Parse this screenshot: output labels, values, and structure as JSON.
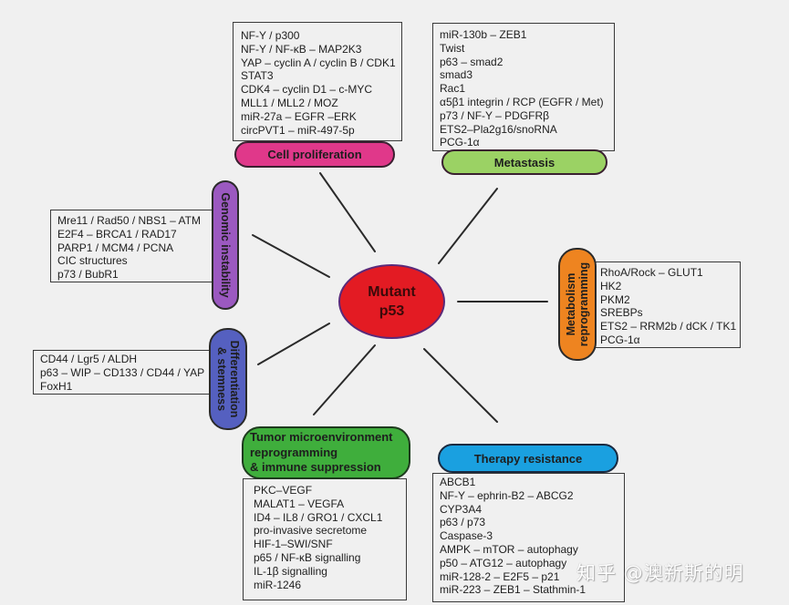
{
  "center": {
    "line1": "Mutant",
    "line2": "p53",
    "color": "#e31b23"
  },
  "categories": {
    "cell_proliferation": {
      "label": "Cell proliferation",
      "color": "#e0388a",
      "items": [
        "NF-Y / p300",
        "NF-Y / NF-κB – MAP2K3",
        "YAP – cyclin A / cyclin B / CDK1",
        "STAT3",
        "CDK4 – cyclin D1 – c-MYC",
        "MLL1 / MLL2 / MOZ",
        "miR-27a – EGFR –ERK",
        "circPVT1 – miR-497-5p"
      ]
    },
    "metastasis": {
      "label": "Metastasis",
      "color": "#9bd264",
      "items": [
        "miR-130b – ZEB1",
        "Twist",
        "p63 – smad2",
        "smad3",
        "Rac1",
        "α5β1 integrin / RCP (EGFR / Met)",
        "p73 / NF-Y – PDGFRβ",
        "ETS2–Pla2g16/snoRNA",
        "PCG-1α"
      ]
    },
    "genomic_instability": {
      "label": "Genomic instability",
      "color": "#9b59c0",
      "items": [
        "Mre11 / Rad50 / NBS1 – ATM",
        "E2F4 – BRCA1 / RAD17",
        "PARP1 / MCM4 / PCNA",
        "CIC structures",
        "p73 / BubR1"
      ]
    },
    "metabolism_reprogramming": {
      "label_line1": "Metabolism",
      "label_line2": "reprogramming",
      "color": "#ee8420",
      "items": [
        "RhoA/Rock – GLUT1",
        "HK2",
        "PKM2",
        "SREBPs",
        "ETS2 – RRM2b / dCK / TK1",
        "PCG-1α"
      ]
    },
    "differentiation_stemness": {
      "label_line1": "Differentiation",
      "label_line2": "& stemness",
      "color": "#5560c0",
      "items": [
        "CD44 / Lgr5 / ALDH",
        "p63 – WIP – CD133 / CD44 / YAP",
        "FoxH1"
      ]
    },
    "tumor_microenvironment": {
      "label_line1": "Tumor microenvironment",
      "label_line2": "reprogramming",
      "label_line3": "& immune suppression",
      "color": "#3fae3c",
      "items": [
        "PKC–VEGF",
        "MALAT1 – VEGFA",
        "ID4 – IL8 / GRO1 / CXCL1",
        "pro-invasive secretome",
        "HIF-1–SWI/SNF",
        "p65 / NF-κB signalling",
        "IL-1β signalling",
        "miR-1246"
      ]
    },
    "therapy_resistance": {
      "label": "Therapy resistance",
      "color": "#1aa0e0",
      "items": [
        "ABCB1",
        "NF-Y – ephrin-B2 – ABCG2",
        "CYP3A4",
        "p63 / p73",
        "Caspase-3",
        "AMPK – mTOR – autophagy",
        "p50 – ATG12 – autophagy",
        "miR-128-2 – E2F5 – p21",
        "miR-223 – ZEB1 – Stathmin-1"
      ]
    }
  },
  "watermark": "知乎 @澳新斯的明"
}
